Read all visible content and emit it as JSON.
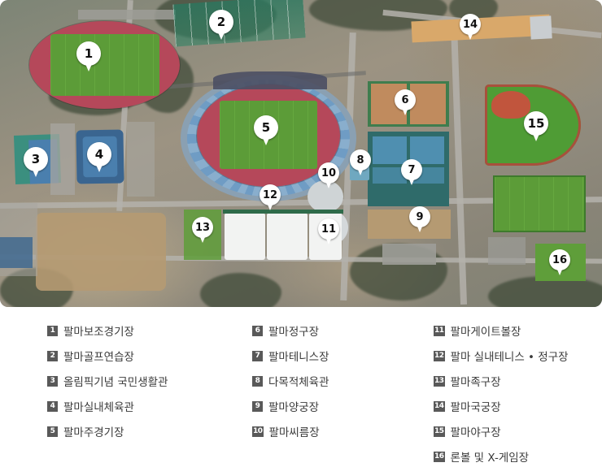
{
  "map": {
    "type": "aerial-satellite",
    "markers": [
      {
        "number": "1",
        "label": "팔마보조경기장"
      },
      {
        "number": "2",
        "label": "팔마골프연습장"
      },
      {
        "number": "3",
        "label": "올림픽기념 국민생활관"
      },
      {
        "number": "4",
        "label": "팔마실내체육관"
      },
      {
        "number": "5",
        "label": "팔마주경기장"
      },
      {
        "number": "6",
        "label": "팔마정구장"
      },
      {
        "number": "7",
        "label": "팔마테니스장"
      },
      {
        "number": "8",
        "label": "다목적체육관"
      },
      {
        "number": "9",
        "label": "팔마양궁장"
      },
      {
        "number": "10",
        "label": "팔마씨름장"
      },
      {
        "number": "11",
        "label": "팔마게이트볼장"
      },
      {
        "number": "12",
        "label": "팔마 실내테니스 • 정구장"
      },
      {
        "number": "13",
        "label": "팔마족구장"
      },
      {
        "number": "14",
        "label": "팔마국궁장"
      },
      {
        "number": "15",
        "label": "팔마야구장"
      },
      {
        "number": "16",
        "label": "론볼 및 X-게임장"
      }
    ]
  },
  "legend": {
    "columns": [
      {
        "items": [
          {
            "number": "1",
            "label": "팔마보조경기장"
          },
          {
            "number": "2",
            "label": "팔마골프연습장"
          },
          {
            "number": "3",
            "label": "올림픽기념 국민생활관"
          },
          {
            "number": "4",
            "label": "팔마실내체육관"
          },
          {
            "number": "5",
            "label": "팔마주경기장"
          }
        ]
      },
      {
        "items": [
          {
            "number": "6",
            "label": "팔마정구장"
          },
          {
            "number": "7",
            "label": "팔마테니스장"
          },
          {
            "number": "8",
            "label": "다목적체육관"
          },
          {
            "number": "9",
            "label": "팔마양궁장"
          },
          {
            "number": "10",
            "label": "팔마씨름장"
          }
        ]
      },
      {
        "items": [
          {
            "number": "11",
            "label": "팔마게이트볼장"
          },
          {
            "number": "12",
            "label": "팔마 실내테니스 • 정구장"
          },
          {
            "number": "13",
            "label": "팔마족구장"
          },
          {
            "number": "14",
            "label": "팔마국궁장"
          },
          {
            "number": "15",
            "label": "팔마야구장"
          },
          {
            "number": "16",
            "label": "론볼 및 X-게임장"
          }
        ]
      }
    ]
  },
  "colors": {
    "marker_fill": "#ffffff",
    "marker_text": "#111111",
    "legend_badge_bg": "#595959",
    "legend_badge_text": "#ffffff",
    "legend_label_text": "#3a3a3a",
    "page_bg": "#ffffff",
    "track_red": "#b5485a",
    "turf_green": "#5f9e3a",
    "tennis_blue": "#4f8fb0",
    "clay_tan": "#c08b5e"
  }
}
